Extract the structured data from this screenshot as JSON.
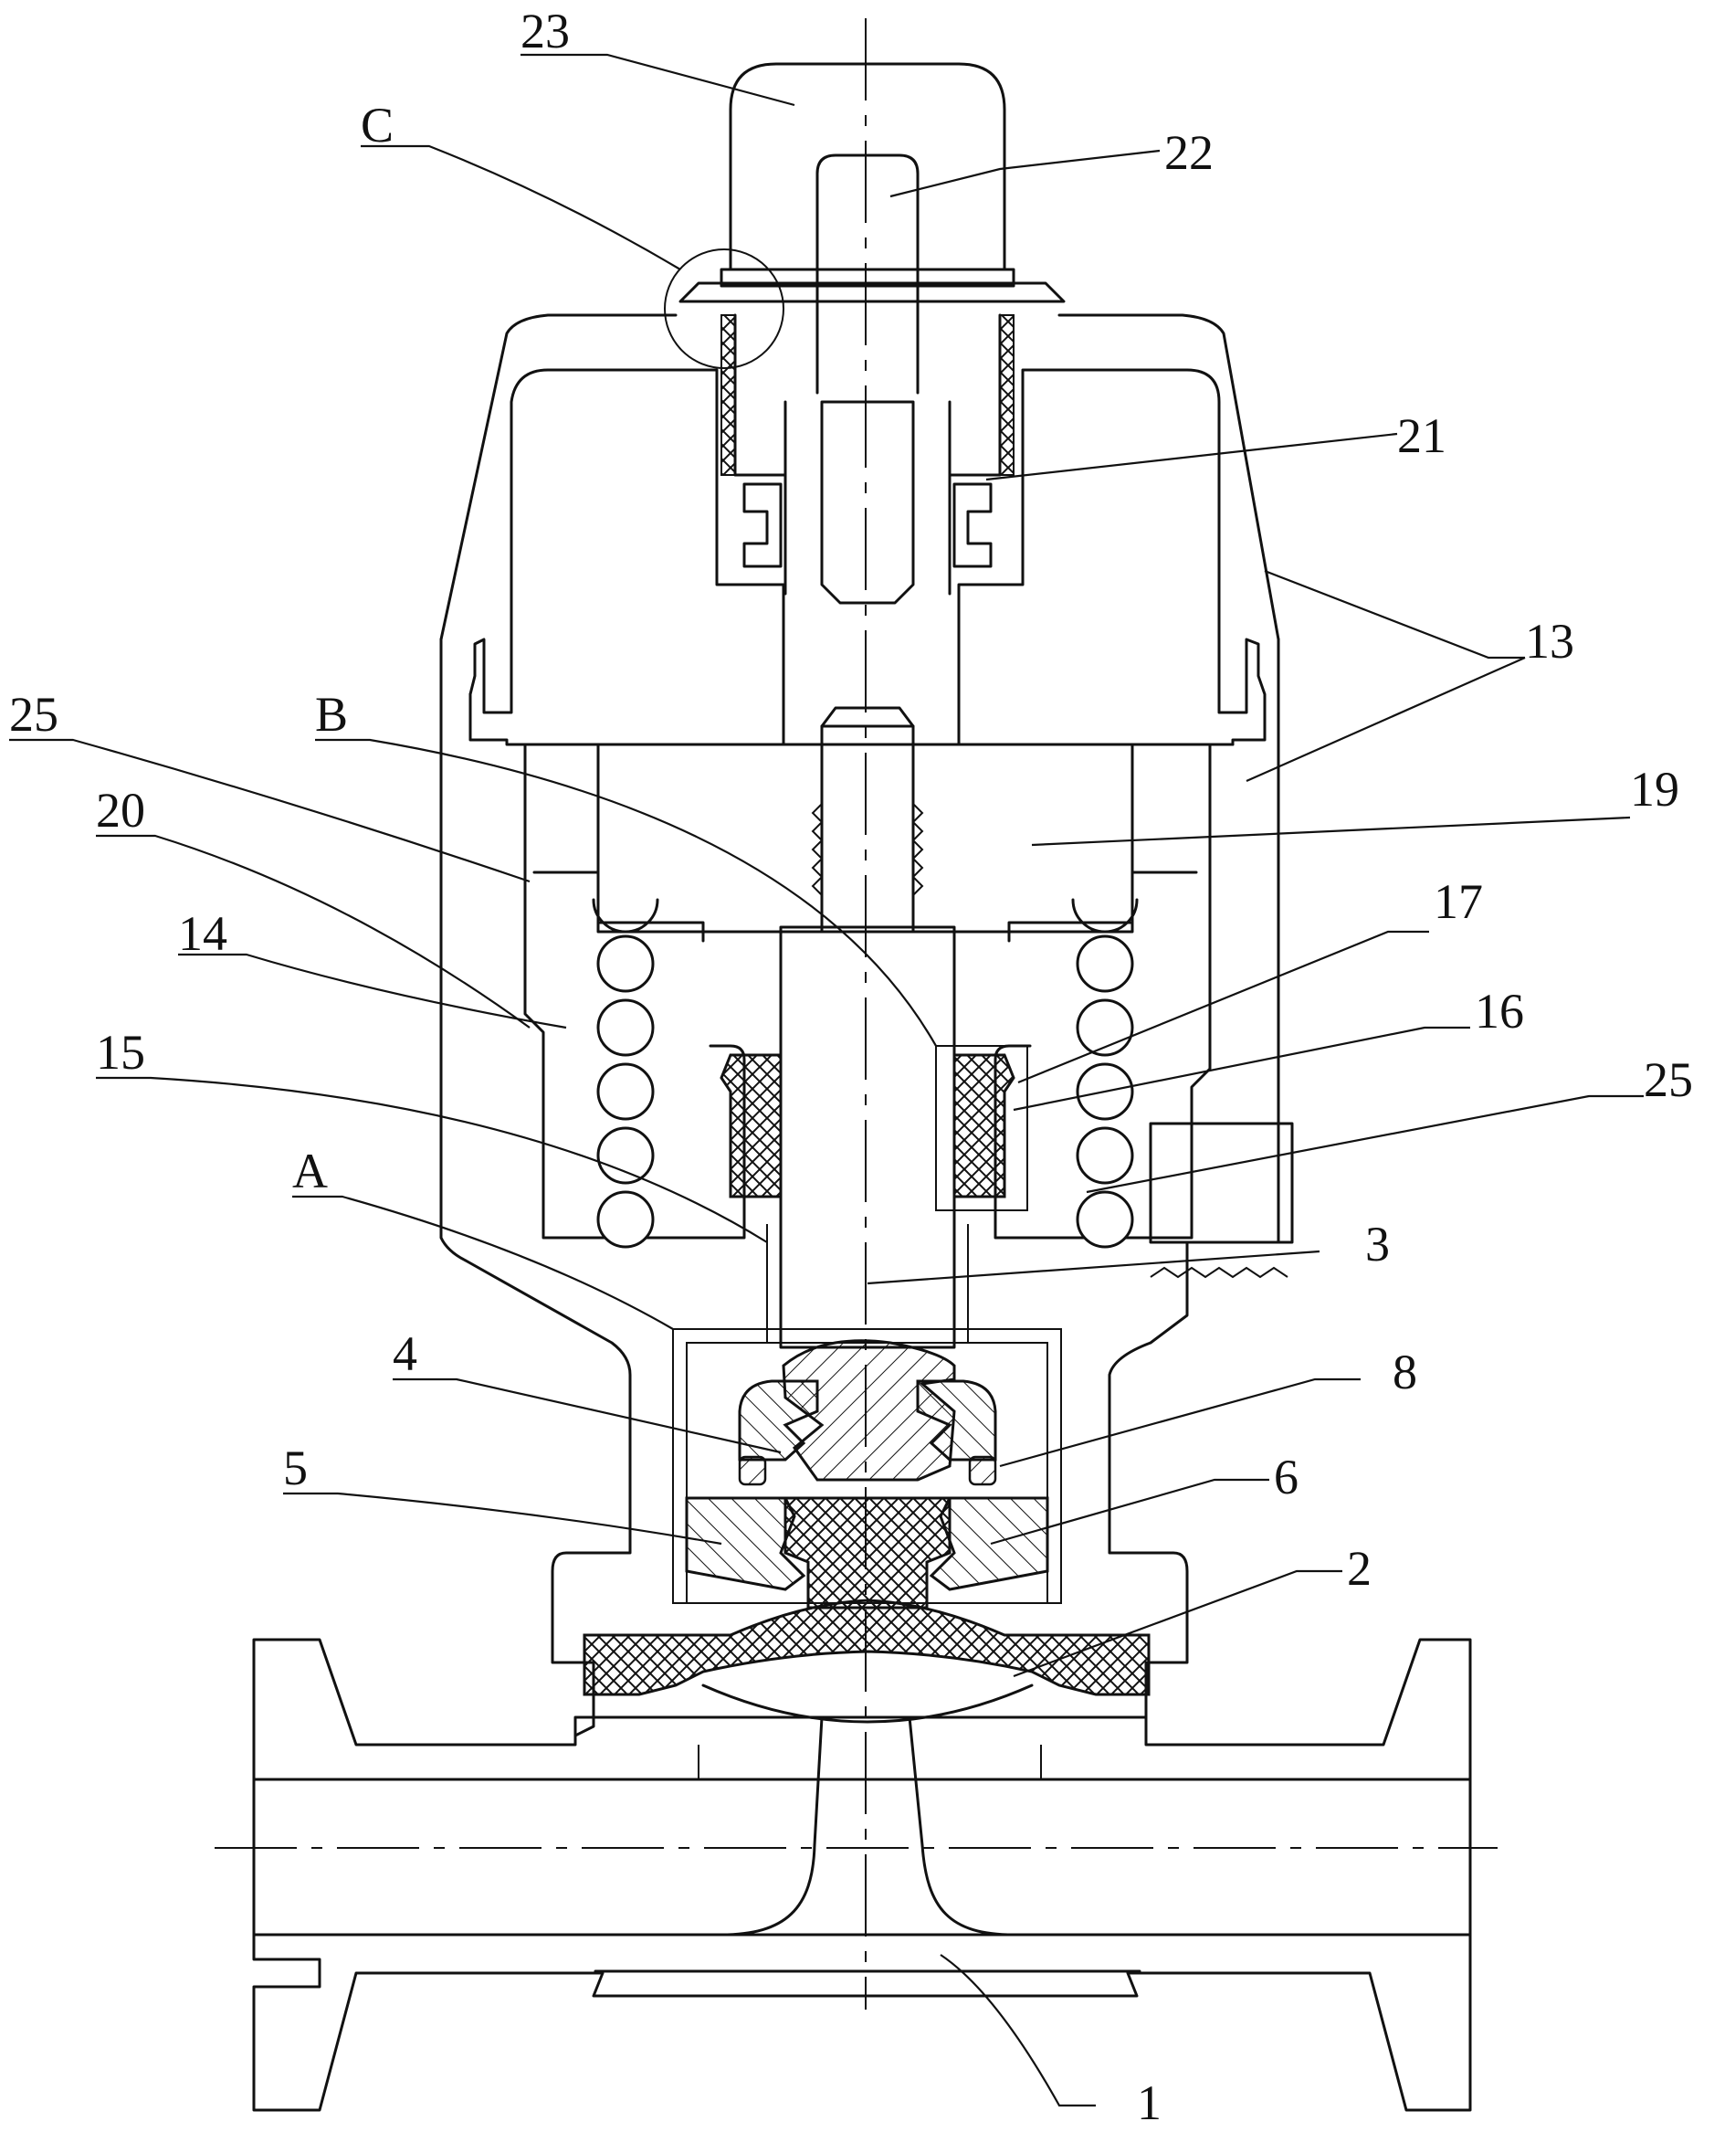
{
  "labels": {
    "l23": "23",
    "lC": "C",
    "l22": "22",
    "l21": "21",
    "l13": "13",
    "l25a": "25",
    "lB": "B",
    "l19": "19",
    "l20": "20",
    "l17": "17",
    "l14": "14",
    "l16": "16",
    "l25b": "25",
    "l15": "15",
    "lA": "A",
    "l3": "3",
    "l4": "4",
    "l8": "8",
    "l5": "5",
    "l6": "6",
    "l2": "2",
    "l1": "1"
  }
}
